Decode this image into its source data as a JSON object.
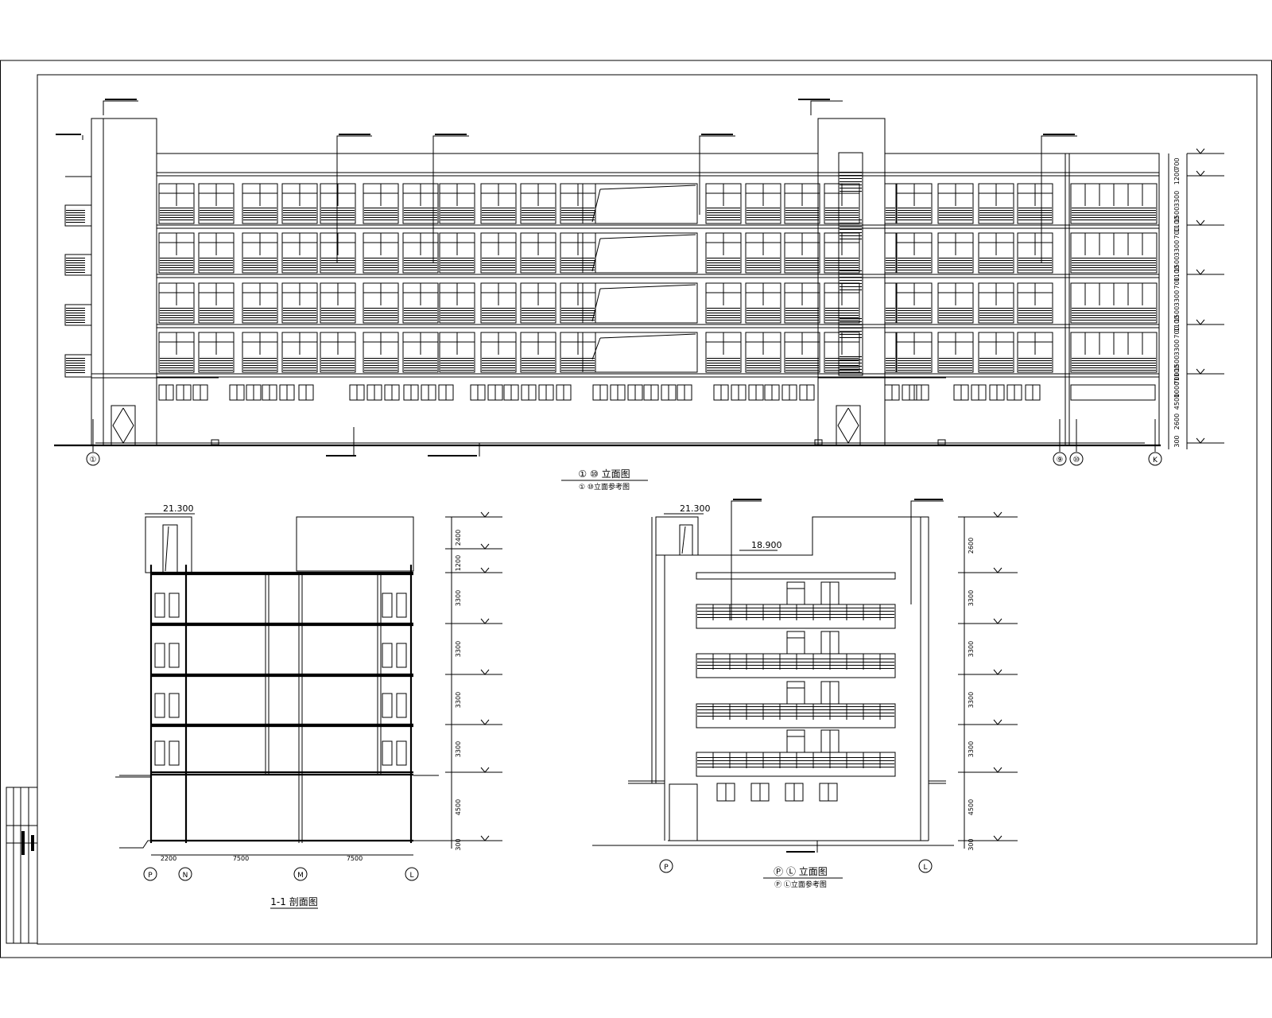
{
  "front_elevation": {
    "title": "① ⑩ 立面图",
    "subtitle": "① ⑩立面参考图",
    "axes": [
      "①",
      "⑨",
      "⑩",
      "K"
    ],
    "dims": [
      "700",
      "1200",
      "3300",
      "1500",
      "1100",
      "700",
      "3300",
      "1500",
      "1100",
      "700",
      "3300",
      "1500",
      "1100",
      "700",
      "3300",
      "1500",
      "1100",
      "700",
      "4500",
      "1000",
      "2600",
      "300"
    ]
  },
  "section": {
    "title": "1-1 剖面图",
    "top_level": "21.300",
    "axes": [
      "P",
      "N",
      "M",
      "L"
    ],
    "bays": [
      "2200",
      "7500",
      "7500"
    ],
    "dims": [
      "2400",
      "1200",
      "3300",
      "3300",
      "3300",
      "3300",
      "4500",
      "300"
    ]
  },
  "side_elevation": {
    "title": "Ⓟ Ⓛ 立面图",
    "subtitle": "Ⓟ Ⓛ立面参考图",
    "top_level": "21.300",
    "roof_level": "18.900",
    "axes": [
      "P",
      "L"
    ],
    "dims": [
      "2600",
      "3300",
      "3300",
      "3300",
      "3300",
      "4500",
      "300"
    ]
  }
}
